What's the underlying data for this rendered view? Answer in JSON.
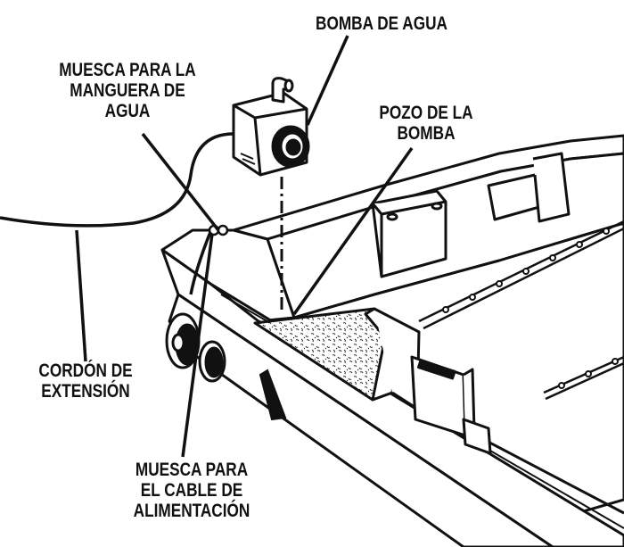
{
  "labels": {
    "water_pump": [
      "BOMBA DE AGUA"
    ],
    "hose_notch": [
      "MUESCA PARA LA",
      "MANGUERA DE",
      "AGUA"
    ],
    "pump_well": [
      "POZO DE LA",
      "BOMBA"
    ],
    "extension_cord": [
      "CORDÓN DE",
      "EXTENSIÓN"
    ],
    "cable_notch": [
      "MUESCA PARA",
      "EL CABLE DE",
      "ALIMENTACIÓN"
    ]
  },
  "colors": {
    "line": "#111111",
    "fill": "#ffffff",
    "filter_media": "#cfcfcf"
  }
}
